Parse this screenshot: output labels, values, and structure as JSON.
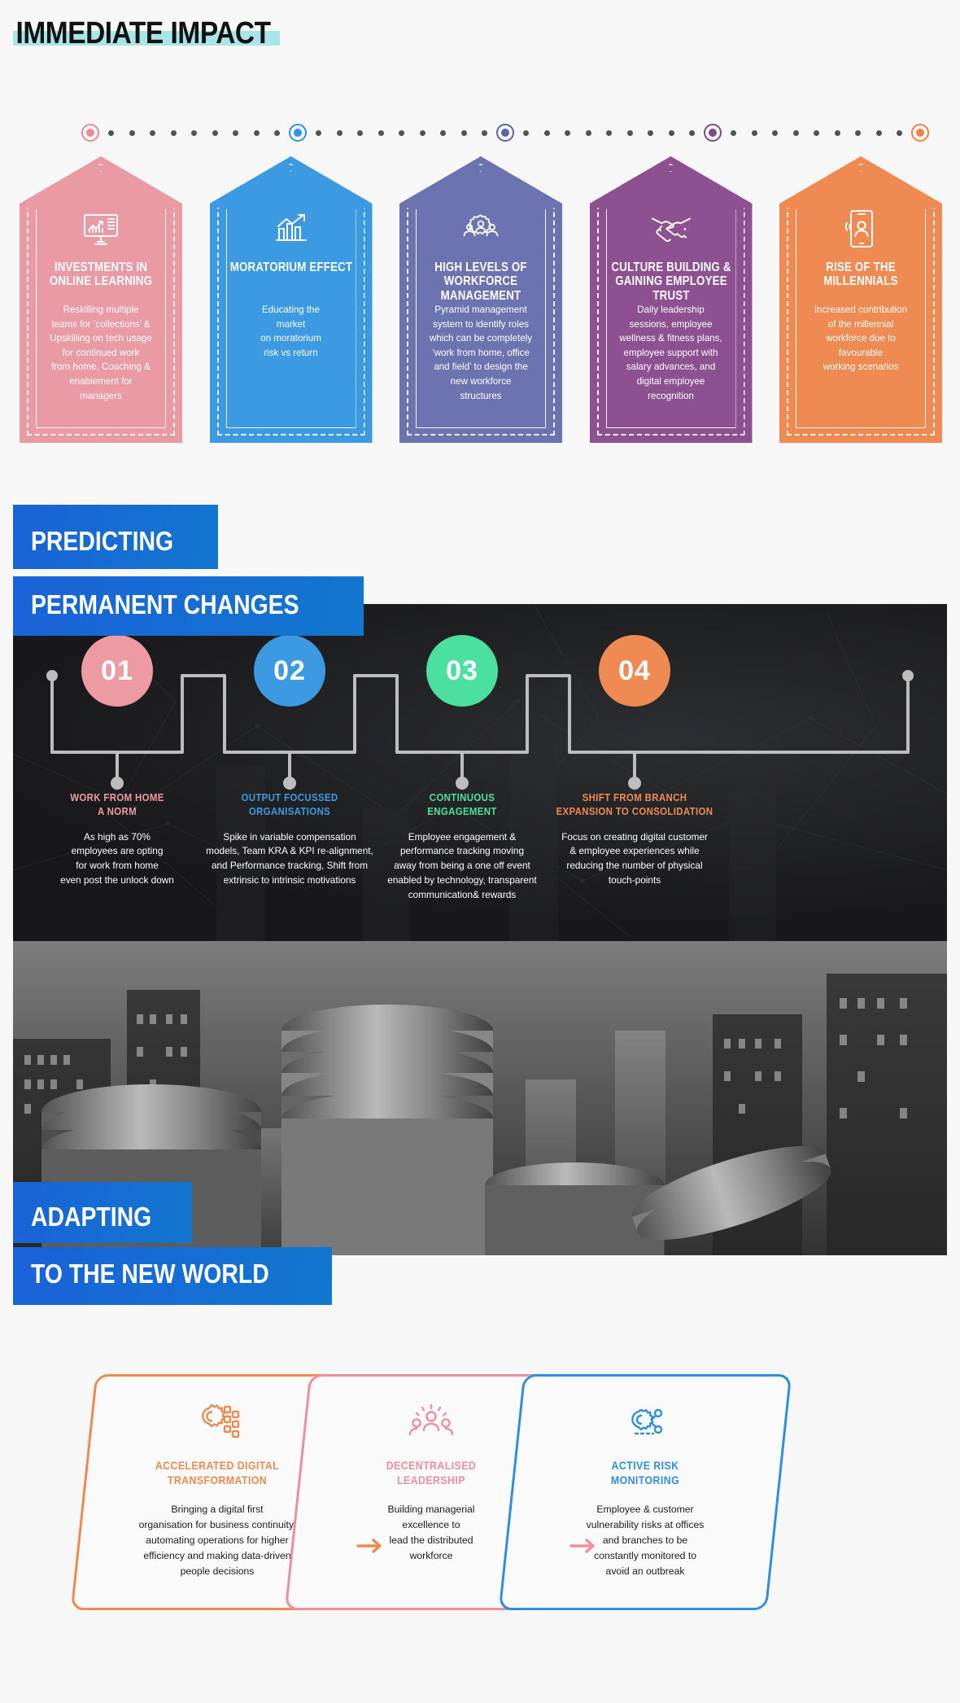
{
  "section1": {
    "title": "IMMEDIATE IMPACT",
    "highlight_color": "#a8e5e8",
    "rail_nodes": [
      {
        "color": "#ee8a95"
      },
      {
        "color": "#2b95e8"
      },
      {
        "color": "#5b63ac"
      },
      {
        "color": "#7d4b85"
      },
      {
        "color": "#ef8244"
      }
    ],
    "cards": [
      {
        "color": "#e99aa2",
        "icon": "monitor-chart-icon",
        "heading": "INVESTMENTS IN\nONLINE LEARNING",
        "body": "Reskilling multiple\nteams for ‘collections’ &\nUpskilling on tech usage\nfor continued work\nfrom home, Coaching &\nenablement for\nmanagers"
      },
      {
        "color": "#3b9ae1",
        "icon": "bar-chart-growth-icon",
        "heading": "MORATORIUM\nEFFECT",
        "body": "Educating the\nmarket\non moratorium\nrisk vs return"
      },
      {
        "color": "#6b74b0",
        "icon": "gear-people-icon",
        "heading": "HIGH LEVELS OF\nWORKFORCE MANAGEMENT",
        "body": "Pyramid management\nsystem to identify roles\nwhich can be completely\n‘work from home, office\nand field’ to design the\nnew workforce\nstructures"
      },
      {
        "color": "#8d5191",
        "icon": "handshake-icon",
        "heading": "CULTURE BUILDING &\nGAINING EMPLOYEE TRUST",
        "body": "Daily leadership\nsessions, employee\nwellness & fitness plans,\nemployee support with\nsalary advances, and\ndigital employee\nrecognition"
      },
      {
        "color": "#ef8a52",
        "icon": "mobile-user-icon",
        "heading": "RISE OF THE\nMILLENNIALS",
        "body": "Increased contribution\nof the millennial\nworkforce due to\nfavourable\nworking scenarios"
      }
    ]
  },
  "section2": {
    "title_line1": "PREDICTING",
    "title_line2": "PERMANENT CHANGES",
    "items": [
      {
        "number": "01",
        "color": "#ee9aa3",
        "heading": "WORK FROM HOME\nA NORM",
        "body": "As high as 70%\nemployees are opting\nfor work from home\neven post the unlock down"
      },
      {
        "number": "02",
        "color": "#3b9ae1",
        "heading": "OUTPUT FOCUSSED\nORGANISATIONS",
        "body": "Spike in variable compensation\nmodels, Team KRA & KPI re-alignment,\nand Performance tracking, Shift from\nextrinsic to intrinsic motivations"
      },
      {
        "number": "03",
        "color": "#4ce0a0",
        "heading": "CONTINUOUS\nENGAGEMENT",
        "body": "Employee engagement &\nperformance tracking moving\naway from being a one off event\nenabled by technology, transparent\ncommunication& rewards"
      },
      {
        "number": "04",
        "color": "#ef8a52",
        "heading": "SHIFT FROM BRANCH\nEXPANSION TO CONSOLIDATION",
        "body": "Focus on creating digital customer\n& employee experiences while\nreducing the number of physical\ntouch-points"
      }
    ]
  },
  "section3": {
    "title_line1": "ADAPTING",
    "title_line2": "TO THE NEW WORLD",
    "cards": [
      {
        "color": "#ee8a4f",
        "icon": "gear-digital-icon",
        "heading": "ACCELERATED DIGITAL\nTRANSFORMATION",
        "body": "Bringing a digital first\norganisation for business continuity,\nautomating operations for higher\nefficiency and making data-driven\npeople decisions"
      },
      {
        "color": "#ef8e9c",
        "icon": "leadership-people-icon",
        "heading": "DECENTRALISED\nLEADERSHIP",
        "body": "Building managerial\nexcellence to\nlead the distributed\nworkforce"
      },
      {
        "color": "#2e8fe0",
        "icon": "risk-monitor-gear-icon",
        "heading": "ACTIVE RISK\nMONITORING",
        "body": "Employee & customer\nvulnerability risks at offices\nand branches to be\nconstantly monitored to\navoid an outbreak"
      }
    ]
  }
}
